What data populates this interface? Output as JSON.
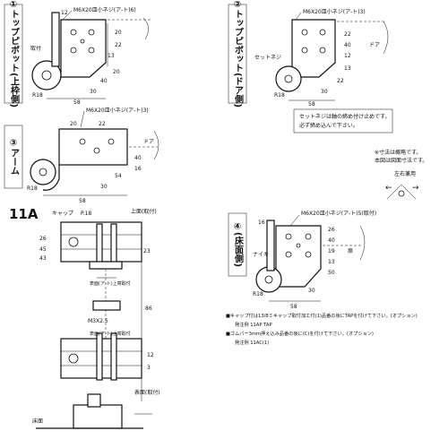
{
  "sections": {
    "s1": {
      "label": "①トップピボット(上枠側)",
      "callout": "M6X20皿小ネジ(ア-ト)6)",
      "screw_label": "取付",
      "dims": [
        "20",
        "22",
        "R18",
        "13",
        "40",
        "20",
        "12",
        "58",
        "30"
      ]
    },
    "s2": {
      "label": "②トップピボット(ドア側)",
      "callout": "M6X20皿小ネジ(ア-ト)3)",
      "set_screw": "セットネジ",
      "door": "ドア",
      "dims": [
        "22",
        "40",
        "12",
        "13",
        "22",
        "58",
        "30",
        "R18"
      ]
    },
    "s3": {
      "label": "③アーム",
      "callout": "M6X20皿小ネジ(ア-ト)3)",
      "door": "ドア",
      "dims": [
        "20",
        "22",
        "R18",
        "40",
        "16",
        "58",
        "30",
        "54"
      ]
    },
    "s4": {
      "label": "④(床面側)",
      "callout": "M6X20皿小ネジ(ア-ト)5(取付)",
      "note_left": "ナイキ",
      "door": "扉",
      "dims": [
        "26",
        "40",
        "19",
        "13",
        "50",
        "R18",
        "58",
        "30",
        "16"
      ]
    },
    "model": "11A",
    "model_labels": {
      "cap": "キャップ",
      "top": "上面(取付)",
      "p_top": "P.18",
      "mid_label": "表面(ア-ト)上寄取付",
      "bottom_label": "表面(ア-ト)上寄取付",
      "bottom_right": "表面(取付)",
      "floor": "床面",
      "dims": [
        "26",
        "45",
        "43",
        "23",
        "M3X2.5",
        "12",
        "3",
        "86"
      ]
    },
    "note_box": {
      "line1": "セットネジは軸の締め付け止めです。",
      "line2": "必ず締め込んで下さい。"
    },
    "dim_note": {
      "line1": "※寸法は概略です。",
      "line2": "本図は図面寸法です。"
    },
    "direction": {
      "label": "左右兼用",
      "arrow_left": "←",
      "arrow_right": "→"
    },
    "bullets": [
      {
        "text": "■キャップ付は13/8ミキャップ取付加工付(1)品番の後にTAPを付けて下さい。(オプション)"
      },
      {
        "text": "発注例 11AP TAP"
      },
      {
        "text": "■ゴムパー3mm押え込み品番の後に(C)を付けて下さい。(オプション)"
      },
      {
        "text": "発注例 11AC(1)"
      }
    ]
  }
}
